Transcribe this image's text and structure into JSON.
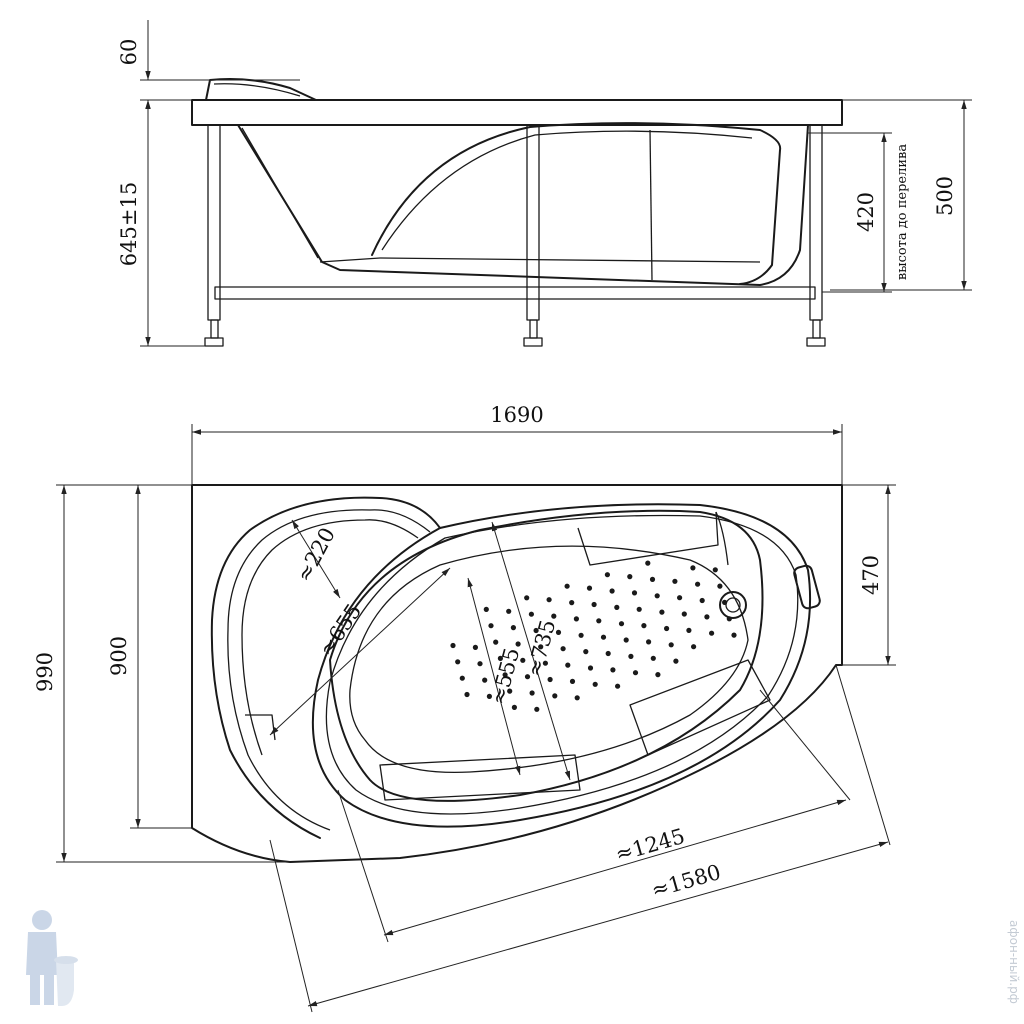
{
  "side_view": {
    "dim_rim": "60",
    "dim_height": "645±15",
    "dim_overflow": "420",
    "overflow_label": "высота до перелива",
    "dim_depth": "500"
  },
  "top_view": {
    "dim_length": "1690",
    "dim_total_width": "990",
    "dim_width": "900",
    "dim_right_width": "470",
    "dim_headrest": "≈220",
    "dim_inner_width": "≈655",
    "dim_bowl_width": "≈735",
    "dim_bottom_width": "≈555",
    "dim_inner_length": "≈1245",
    "dim_outer_length": "≈1580"
  },
  "watermark": {
    "site": "афон-ный.рф",
    "logo": "plumber-mascot"
  }
}
